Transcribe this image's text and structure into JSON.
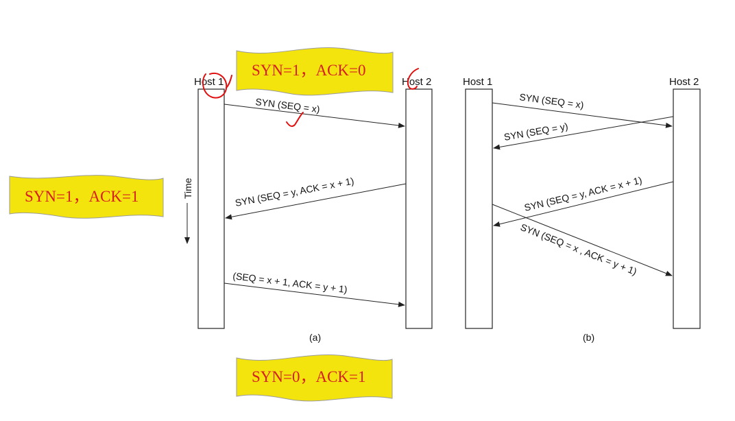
{
  "diagram_a": {
    "host1": "Host 1",
    "host2": "Host 2",
    "caption": "(a)",
    "time_label": "Time",
    "msg1": "SYN (SEQ = x)",
    "msg2": "SYN (SEQ = y, ACK = x + 1)",
    "msg3": "(SEQ = x + 1, ACK = y + 1)"
  },
  "diagram_b": {
    "host1": "Host 1",
    "host2": "Host 2",
    "caption": "(b)",
    "msg1": "SYN (SEQ = x)",
    "msg2": "SYN (SEQ = y)",
    "msg3": "SYN (SEQ = y, ACK = x + 1)",
    "msg4": "SYN (SEQ = x , ACK = y + 1)"
  },
  "annotations": {
    "banner_top": "SYN=1，ACK=0",
    "banner_left": "SYN=1，ACK=1",
    "banner_bottom": "SYN=0，ACK=1"
  },
  "colors": {
    "banner_fill": "#f3e40e",
    "banner_text": "#d62020",
    "pen": "#e01010"
  }
}
